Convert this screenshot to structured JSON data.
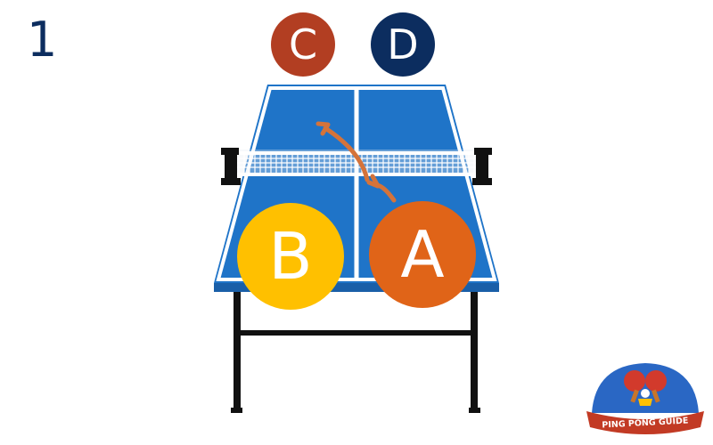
{
  "step": {
    "number": "1"
  },
  "players": {
    "a": {
      "label": "A",
      "color": "#e06418"
    },
    "b": {
      "label": "B",
      "color": "#ffc000"
    },
    "c": {
      "label": "C",
      "color": "#b23e22"
    },
    "d": {
      "label": "D",
      "color": "#0c2d5f"
    }
  },
  "shot_path": {
    "from": "A",
    "to": "C",
    "color": "#d4733a"
  },
  "colors": {
    "table_surface": "#1f74c8",
    "table_edge": "#1a5fa8",
    "table_line": "#ffffff",
    "legs": "#111111",
    "net": "#ffffff",
    "step_number": "#0c2d5f"
  },
  "logo": {
    "text": "PING PONG GUIDE"
  }
}
